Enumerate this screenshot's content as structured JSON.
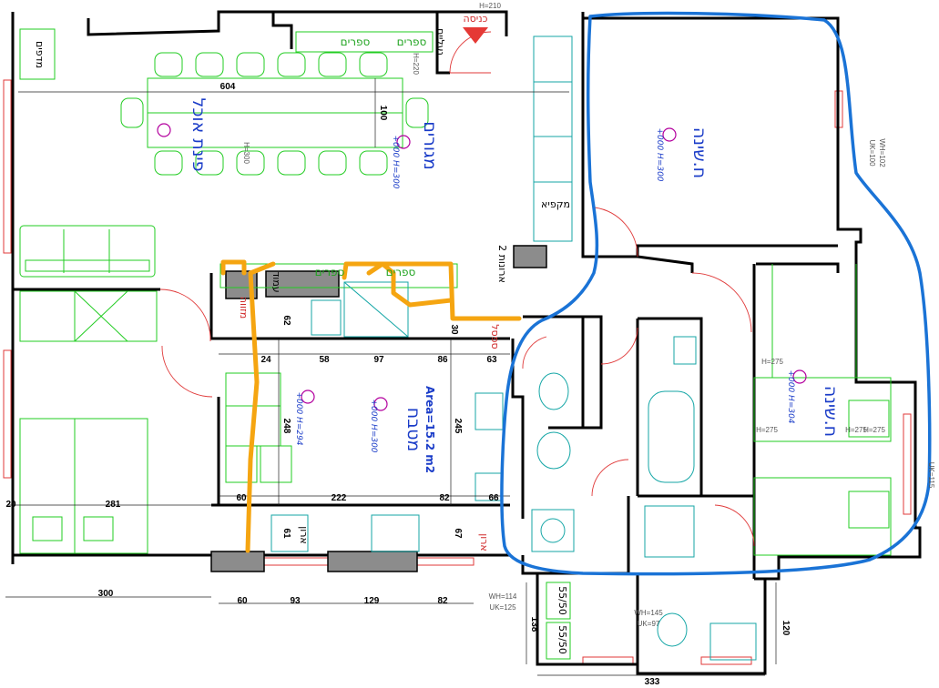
{
  "rooms": {
    "dining": "פינת אוכל",
    "living": "מגורים",
    "bedroom1": "ח.שינה",
    "bedroom2": "ח.שינה",
    "kitchen": "מטבח",
    "kitchen_area": "Area=15.2 m2"
  },
  "labels": {
    "entrance": "כניסה",
    "books1": "ספרים",
    "books2": "ספרים",
    "books3": "ספרים",
    "books4": "ספרים",
    "shoes": "נעליים",
    "shelves": "מדפים",
    "kitchen_cab": "מקפיא",
    "closet": "2 ארונות",
    "pantry": "מזווה",
    "tall_cab": "עמוד",
    "bench": "ספסל",
    "cab_wc1": "55/50",
    "cab_wc2": "55/50",
    "cab1": "ארון",
    "cab2": "ארון"
  },
  "levels": {
    "living": "+000 H=300",
    "bed1": "+000 H=300",
    "bed2": "+000 H=304",
    "kitchen1": "+000 H=294",
    "kitchen2": "+000 H=300"
  },
  "small": {
    "h210": "H=210",
    "h220": "H=220",
    "h300": "H=300",
    "wh102": "WH=102",
    "uk100": "UK=100",
    "h275a": "H=275",
    "h275b": "H=275",
    "h275c": "H=275",
    "h275d": "H=275",
    "uk115": "UK=115",
    "wh114": "WH=114",
    "uk125": "UK=125",
    "wh145": "WH=145",
    "uk97": "UK=97"
  },
  "dimensions": {
    "d604": "604",
    "d100": "100",
    "d24": "24",
    "d58": "58",
    "d97": "97",
    "d86": "86",
    "d63": "63",
    "d30": "30",
    "d62": "62",
    "d248": "248",
    "d245": "245",
    "d60a": "60",
    "d222": "222",
    "d82a": "82",
    "d66": "66",
    "d67": "67",
    "d61": "61",
    "d20": "20",
    "d281": "281",
    "d300": "300",
    "d60b": "60",
    "d93": "93",
    "d129": "129",
    "d82b": "82",
    "d138": "138",
    "d333": "333",
    "d120": "120"
  }
}
